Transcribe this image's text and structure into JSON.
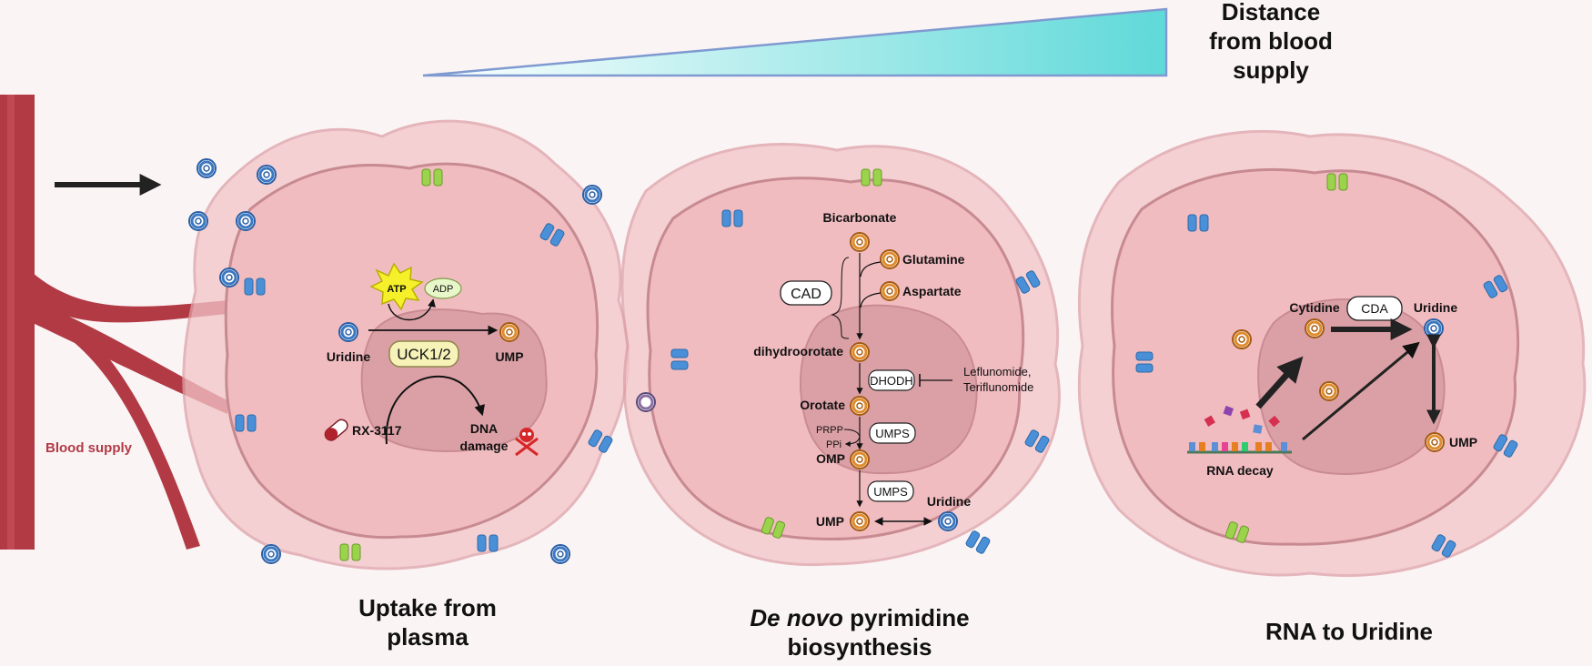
{
  "distance_label": [
    "Distance",
    "from blood",
    "supply"
  ],
  "blood_supply": "Blood supply",
  "panel1": {
    "caption": [
      "Uptake from",
      "plasma"
    ],
    "atp": "ATP",
    "adp": "ADP",
    "uridine": "Uridine",
    "ump": "UMP",
    "enzyme": "UCK1/2",
    "drug": "RX-3117",
    "dna_damage": [
      "DNA",
      "damage"
    ]
  },
  "panel2": {
    "caption_italic": "De novo",
    "caption_rest": " pyrimidine",
    "caption_line2": "biosynthesis",
    "bicarbonate": "Bicarbonate",
    "glutamine": "Glutamine",
    "aspartate": "Aspartate",
    "cad": "CAD",
    "dihydroorotate": "dihydroorotate",
    "dhodh": "DHODH",
    "inhibitors": [
      "Leflunomide,",
      "Teriflunomide"
    ],
    "orotate": "Orotate",
    "prpp": "PRPP",
    "ppi": "PPi",
    "umps1": "UMPS",
    "omp": "OMP",
    "umps2": "UMPS",
    "ump": "UMP",
    "uridine": "Uridine"
  },
  "panel3": {
    "caption": "RNA to Uridine",
    "cytidine": "Cytidine",
    "cda": "CDA",
    "uridine": "Uridine",
    "ump": "UMP",
    "rna_decay": "RNA decay"
  },
  "colors": {
    "cell": "#f2c5c8",
    "cell_outline": "#d99aa0",
    "nucleus": "#dba0a6",
    "vessel": "#b23a45",
    "uridine_ring": "#3b78c2",
    "pyrimidine_ring": "#e08b2c",
    "channel_blue": "#4a90d9",
    "channel_green": "#9bd34c",
    "gradient_start": "#5fd9d9"
  }
}
